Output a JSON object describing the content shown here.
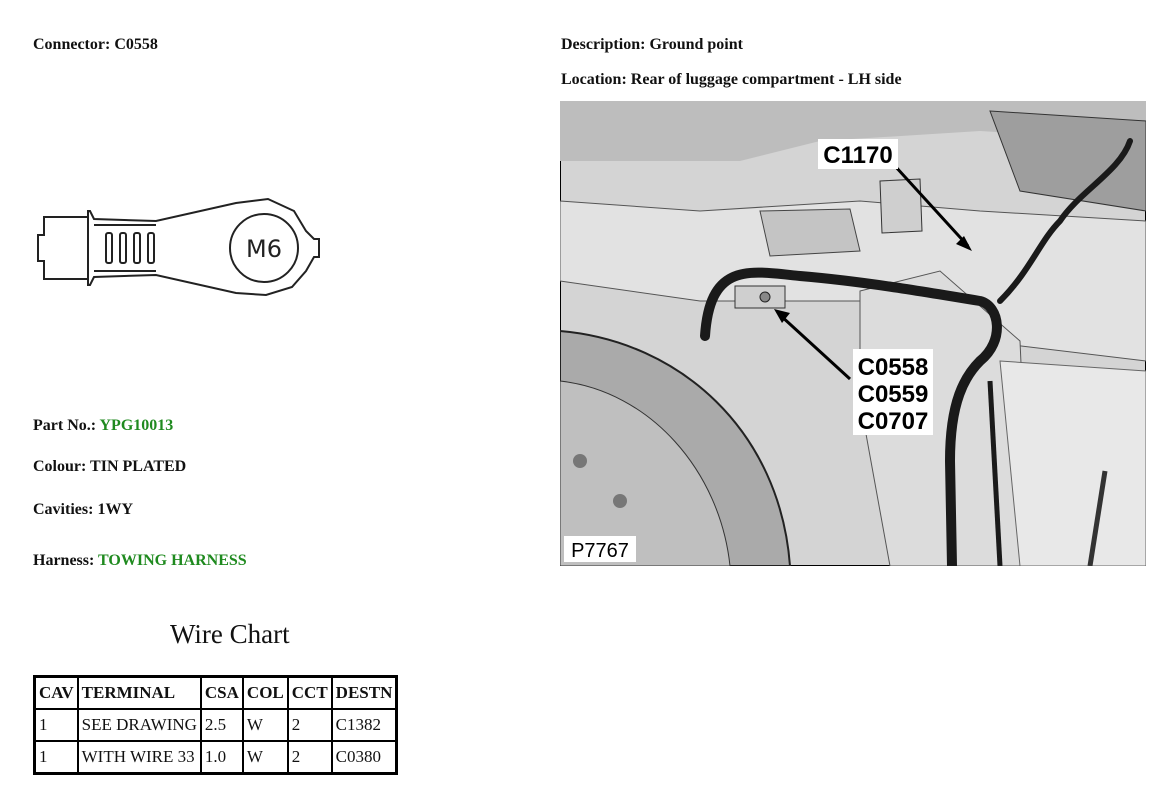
{
  "connector": {
    "label": "Connector:",
    "value": "C0558"
  },
  "description": {
    "label": "Description:",
    "value": "Ground point"
  },
  "location": {
    "label": "Location:",
    "value": "Rear of luggage compartment - LH side"
  },
  "part_no": {
    "label": "Part No.:",
    "value": "YPG10013"
  },
  "colour": {
    "label": "Colour:",
    "value": "TIN PLATED"
  },
  "cavities": {
    "label": "Cavities:",
    "value": "1WY"
  },
  "harness": {
    "label": "Harness:",
    "value": "TOWING HARNESS"
  },
  "terminal_label": "M6",
  "photo": {
    "callout_top": "C1170",
    "callout_group": [
      "C0558",
      "C0559",
      "C0707"
    ],
    "code": "P7767"
  },
  "wire_chart": {
    "title": "Wire Chart",
    "columns": [
      "CAV",
      "TERMINAL",
      "CSA",
      "COL",
      "CCT",
      "DESTN"
    ],
    "rows": [
      [
        "1",
        "SEE DRAWING",
        "2.5",
        "W",
        "2",
        "C1382"
      ],
      [
        "1",
        "WITH WIRE 33",
        "1.0",
        "W",
        "2",
        "C0380"
      ]
    ]
  },
  "colors": {
    "link_green": "#1f8a1f"
  }
}
